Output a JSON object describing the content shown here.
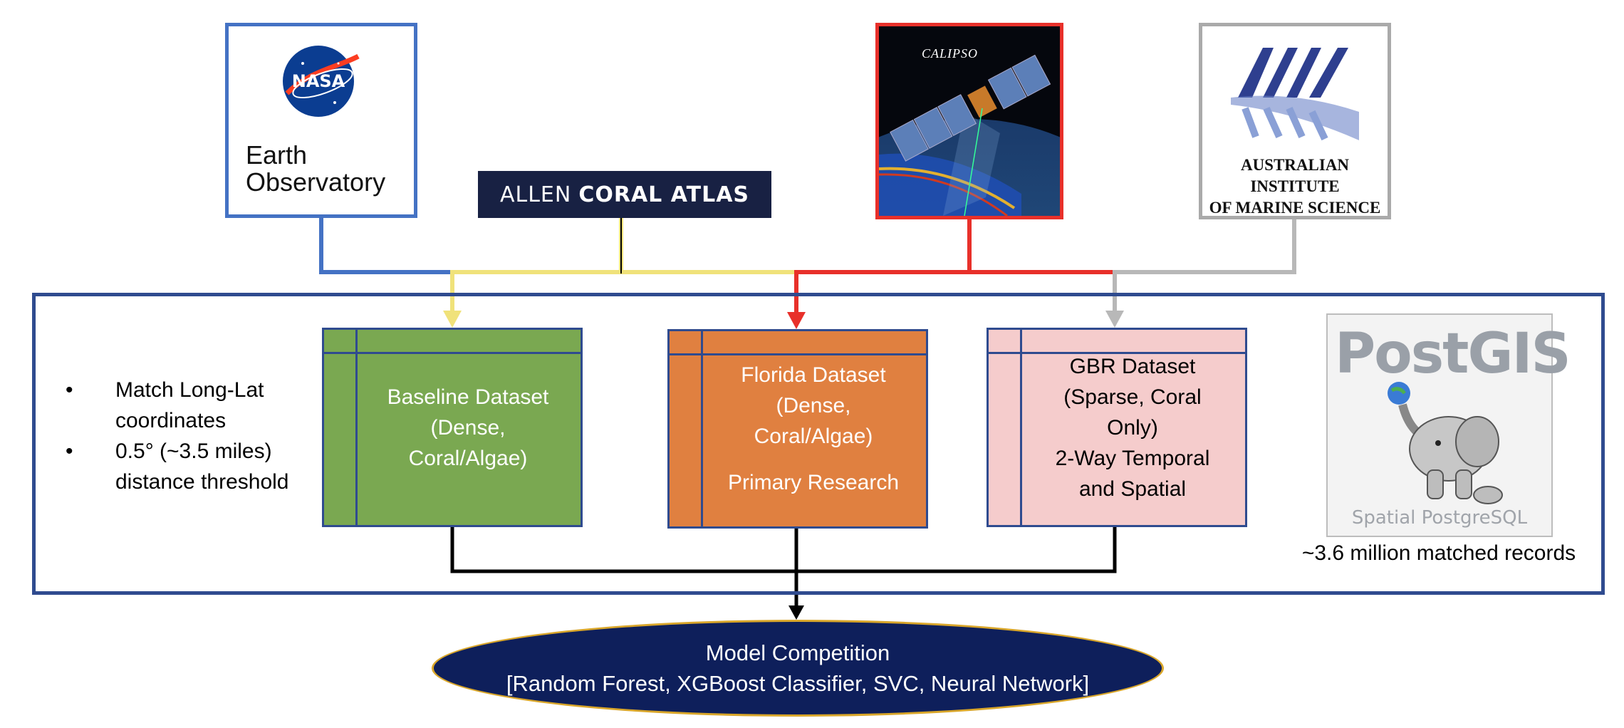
{
  "sources": {
    "nasa": {
      "logo_text": "NASA",
      "line1": "Earth",
      "line2": "Observatory"
    },
    "allen": {
      "light": "ALLEN",
      "bold": "CORAL ATLAS"
    },
    "calipso": {
      "label": "CALIPSO"
    },
    "aims": {
      "line1": "AUSTRALIAN INSTITUTE",
      "line2": "OF MARINE SCIENCE"
    }
  },
  "bullets": [
    "Match Long-Lat coordinates",
    "0.5° (~3.5 miles) distance threshold"
  ],
  "datasets": {
    "baseline": {
      "line1": "Baseline Dataset",
      "line2": "(Dense,",
      "line3": "Coral/Algae)"
    },
    "florida": {
      "line1": "Florida Dataset",
      "line2": "(Dense,",
      "line3": "Coral/Algae)",
      "line4": "Primary Research"
    },
    "gbr": {
      "line1": "GBR Dataset",
      "line2": "(Sparse, Coral",
      "line3": "Only)",
      "line4": "2-Way Temporal",
      "line5": "and Spatial"
    }
  },
  "postgis": {
    "title": "PostGIS",
    "subtitle": "Spatial PostgreSQL",
    "caption": "~3.6 million matched records"
  },
  "model": {
    "line1": "Model Competition",
    "line2": "[Random Forest, XGBoost Classifier, SVC, Neural Network]"
  },
  "colors": {
    "nasa": "#4472c4",
    "allen": "#f5ea3a",
    "calipso": "#e8302a",
    "aims": "#aaaaaa",
    "frame": "#2f4b8f",
    "baseline": "#7aa851",
    "florida": "#e08040",
    "gbr": "#f5cccc",
    "model_fill": "#0e1f5b",
    "model_border": "#d9a62a"
  }
}
